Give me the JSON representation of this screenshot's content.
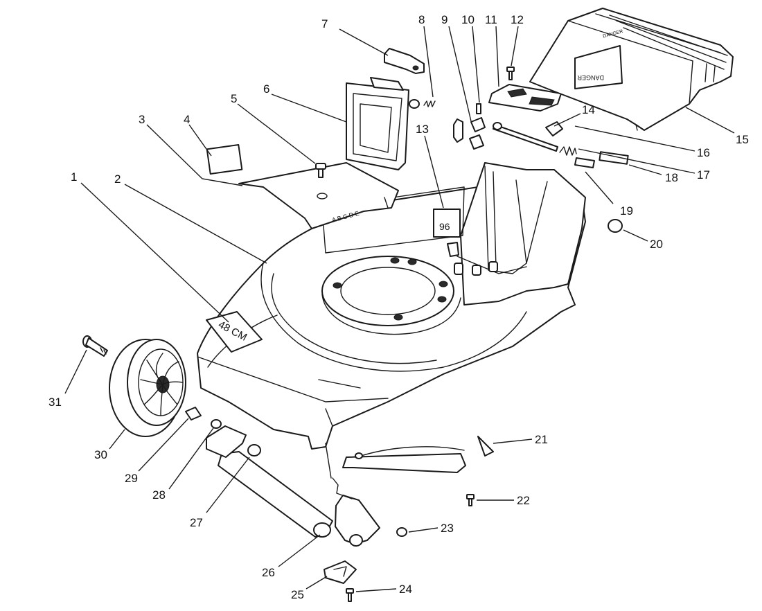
{
  "diagram": {
    "callouts": [
      "1",
      "2",
      "3",
      "4",
      "5",
      "6",
      "7",
      "8",
      "9",
      "10",
      "11",
      "12",
      "13",
      "14",
      "15",
      "16",
      "17",
      "18",
      "19",
      "20",
      "21",
      "22",
      "23",
      "24",
      "25",
      "26",
      "27",
      "28",
      "29",
      "30",
      "31"
    ],
    "decals": {
      "deck_size": "48 CM",
      "height_scale": "A B C D E",
      "panel_number": "96",
      "warning_top": "DANGER",
      "warning_side": "DANGER"
    },
    "colors": {
      "line": "#1a1a1a",
      "background": "#ffffff",
      "shade": "#cfcfcf"
    }
  }
}
